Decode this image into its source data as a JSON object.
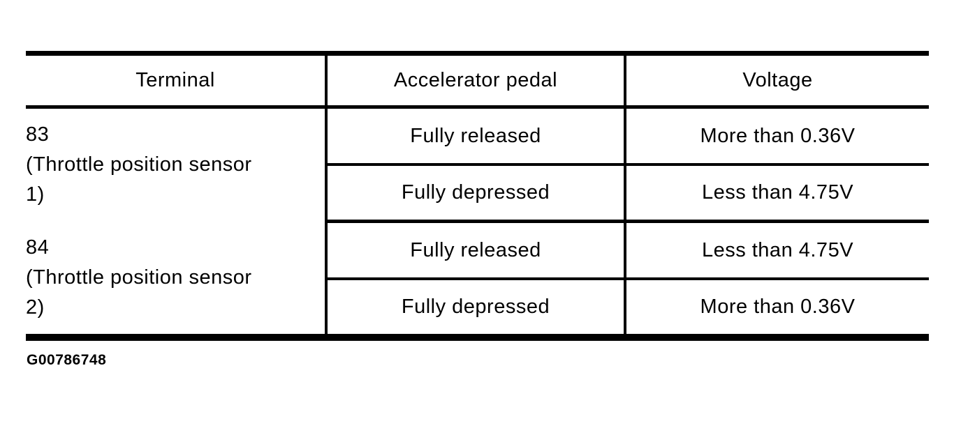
{
  "page": {
    "background": "#ffffff",
    "ink_color": "#000000"
  },
  "table": {
    "columns": [
      "Terminal",
      "Accelerator pedal",
      "Voltage"
    ],
    "groups": [
      {
        "terminal": "83\n(Throttle position sensor\n1)",
        "rows": [
          {
            "pedal": "Fully released",
            "voltage": "More than 0.36V"
          },
          {
            "pedal": "Fully depressed",
            "voltage": "Less than 4.75V"
          }
        ]
      },
      {
        "terminal": "84\n(Throttle position sensor\n2)",
        "rows": [
          {
            "pedal": "Fully released",
            "voltage": "Less than 4.75V"
          },
          {
            "pedal": "Fully depressed",
            "voltage": "More than 0.36V"
          }
        ]
      }
    ]
  },
  "figure_id": "G00786748"
}
